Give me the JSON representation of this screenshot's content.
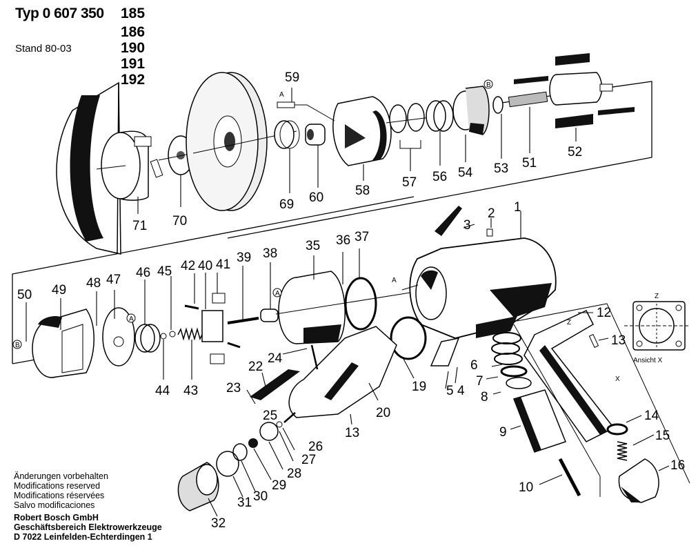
{
  "header": {
    "type_prefix": "Typ 0 607 350",
    "variants": [
      "185",
      "186",
      "190",
      "191",
      "192"
    ],
    "stand": "Stand  80-03"
  },
  "footer": {
    "notices": [
      "Änderungen vorbehalten",
      "Modifications reserved",
      "Modifications réservées",
      "Salvo modificaciones"
    ],
    "company": [
      "Robert Bosch GmbH",
      "Geschäftsbereich Elektrowerkzeuge",
      "D 7022 Leinfelden-Echterdingen 1"
    ]
  },
  "view_annotation": {
    "caption": "Ansicht X",
    "z_marker": "Z",
    "x_marker": "X",
    "ref_a": "A",
    "ref_b": "B"
  },
  "parts": [
    {
      "no": "1"
    },
    {
      "no": "2"
    },
    {
      "no": "3"
    },
    {
      "no": "4"
    },
    {
      "no": "5"
    },
    {
      "no": "6"
    },
    {
      "no": "7"
    },
    {
      "no": "8"
    },
    {
      "no": "9"
    },
    {
      "no": "10"
    },
    {
      "no": "12"
    },
    {
      "no": "13"
    },
    {
      "no": "14"
    },
    {
      "no": "15"
    },
    {
      "no": "16"
    },
    {
      "no": "19"
    },
    {
      "no": "20"
    },
    {
      "no": "22"
    },
    {
      "no": "23"
    },
    {
      "no": "24"
    },
    {
      "no": "25"
    },
    {
      "no": "26"
    },
    {
      "no": "27"
    },
    {
      "no": "28"
    },
    {
      "no": "29"
    },
    {
      "no": "30"
    },
    {
      "no": "31"
    },
    {
      "no": "32"
    },
    {
      "no": "13"
    },
    {
      "no": "35"
    },
    {
      "no": "36"
    },
    {
      "no": "37"
    },
    {
      "no": "38"
    },
    {
      "no": "39"
    },
    {
      "no": "40"
    },
    {
      "no": "41"
    },
    {
      "no": "42"
    },
    {
      "no": "43"
    },
    {
      "no": "44"
    },
    {
      "no": "45"
    },
    {
      "no": "46"
    },
    {
      "no": "47"
    },
    {
      "no": "48"
    },
    {
      "no": "49"
    },
    {
      "no": "50"
    },
    {
      "no": "51"
    },
    {
      "no": "52"
    },
    {
      "no": "53"
    },
    {
      "no": "54"
    },
    {
      "no": "56"
    },
    {
      "no": "57"
    },
    {
      "no": "58"
    },
    {
      "no": "59"
    },
    {
      "no": "60"
    },
    {
      "no": "69"
    },
    {
      "no": "70"
    },
    {
      "no": "71"
    }
  ]
}
